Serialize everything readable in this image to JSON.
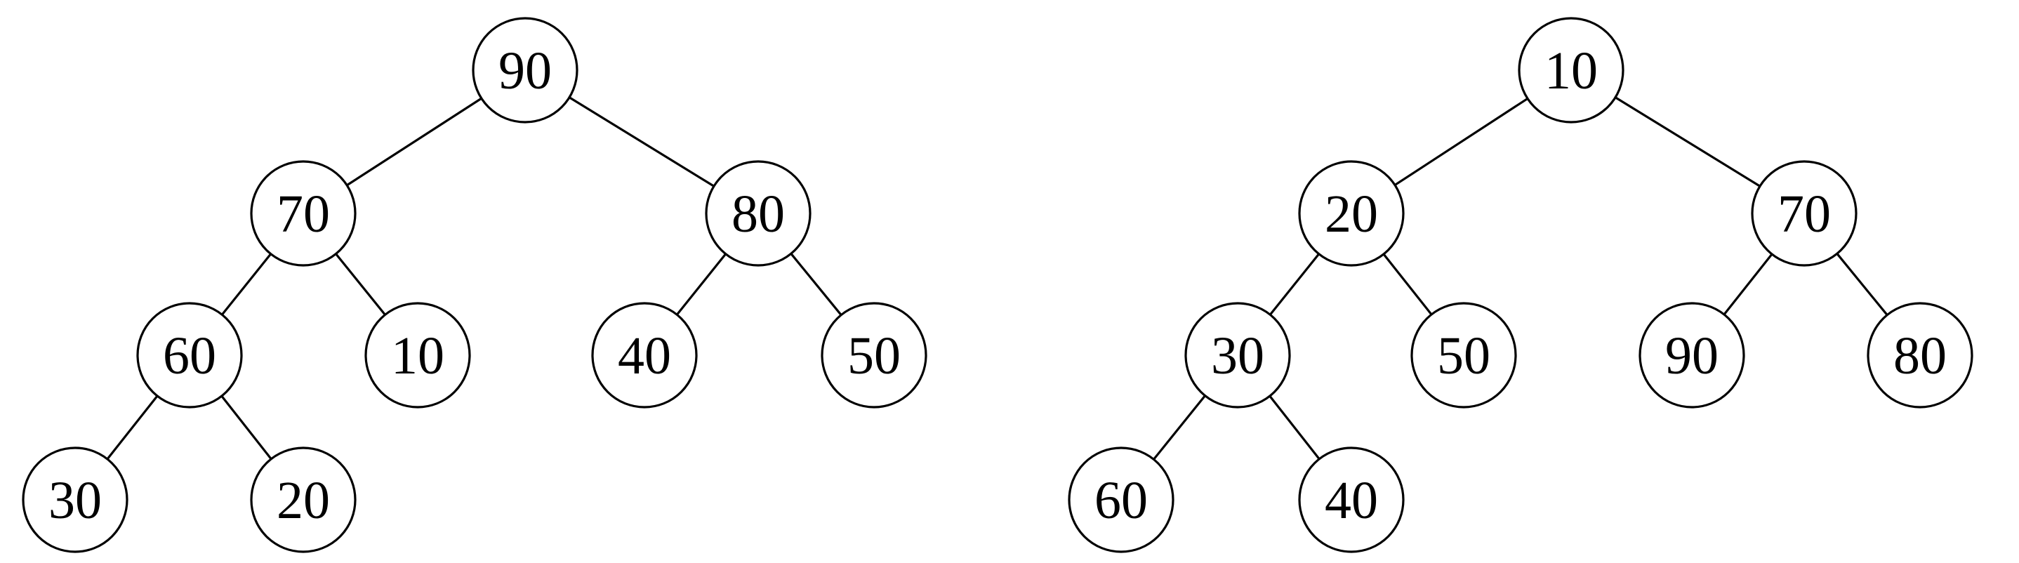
{
  "trees": [
    {
      "nodes": [
        {
          "id": "90",
          "label": "90"
        },
        {
          "id": "70",
          "label": "70"
        },
        {
          "id": "80",
          "label": "80"
        },
        {
          "id": "60",
          "label": "60"
        },
        {
          "id": "10",
          "label": "10"
        },
        {
          "id": "40",
          "label": "40"
        },
        {
          "id": "50",
          "label": "50"
        },
        {
          "id": "30",
          "label": "30"
        },
        {
          "id": "20",
          "label": "20"
        }
      ],
      "edges": [
        [
          "90",
          "70"
        ],
        [
          "90",
          "80"
        ],
        [
          "70",
          "60"
        ],
        [
          "70",
          "10"
        ],
        [
          "80",
          "40"
        ],
        [
          "80",
          "50"
        ],
        [
          "60",
          "30"
        ],
        [
          "60",
          "20"
        ]
      ]
    },
    {
      "nodes": [
        {
          "id": "10",
          "label": "10"
        },
        {
          "id": "20",
          "label": "20"
        },
        {
          "id": "70",
          "label": "70"
        },
        {
          "id": "30",
          "label": "30"
        },
        {
          "id": "50",
          "label": "50"
        },
        {
          "id": "90",
          "label": "90"
        },
        {
          "id": "80",
          "label": "80"
        },
        {
          "id": "60",
          "label": "60"
        },
        {
          "id": "40",
          "label": "40"
        }
      ],
      "edges": [
        [
          "10",
          "20"
        ],
        [
          "10",
          "70"
        ],
        [
          "20",
          "30"
        ],
        [
          "20",
          "50"
        ],
        [
          "70",
          "90"
        ],
        [
          "70",
          "80"
        ],
        [
          "30",
          "60"
        ],
        [
          "30",
          "40"
        ]
      ]
    }
  ]
}
